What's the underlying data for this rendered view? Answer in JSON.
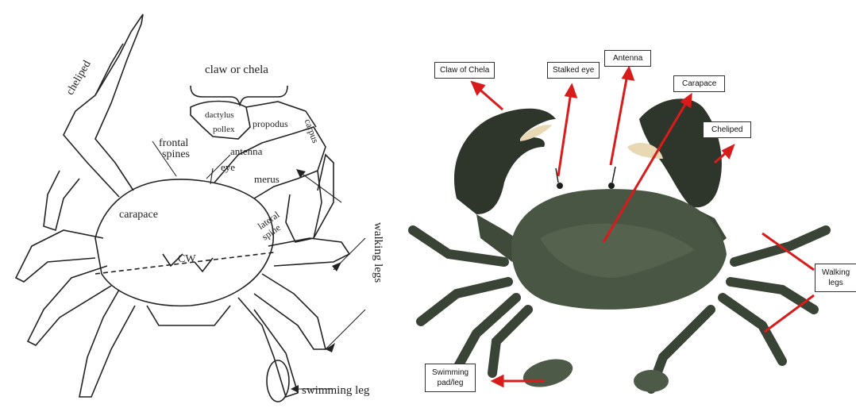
{
  "left_diagram": {
    "labels": {
      "cheliped": "cheliped",
      "claw_or_chela": "claw or chela",
      "dactylus": "dactylus",
      "pollex": "pollex",
      "propodus": "propodus",
      "carpus": "carpus",
      "frontal_spines_1": "frontal",
      "frontal_spines_2": "spines",
      "antenna": "antenna",
      "eye": "eye",
      "merus": "merus",
      "carapace": "carapace",
      "lateral_spine_1": "lateral",
      "lateral_spine_2": "spine",
      "cw": "CW",
      "walking_legs": "walking legs",
      "swimming_leg": "swimming leg"
    }
  },
  "right_diagram": {
    "labels": {
      "claw_of_chela": "Claw of Chela",
      "stalked_eye": "Stalked eye",
      "antenna": "Antenna",
      "carapace": "Carapace",
      "cheliped": "Cheliped",
      "walking_legs_1": "Walking",
      "walking_legs_2": "legs",
      "swimming_1": "Swimming",
      "swimming_2": "pad/leg"
    },
    "colors": {
      "arrow": "#d81b1b",
      "shell": "#3f4a3b",
      "shell_light": "#5c6a55",
      "claw_tip": "#e8d9b4"
    }
  }
}
